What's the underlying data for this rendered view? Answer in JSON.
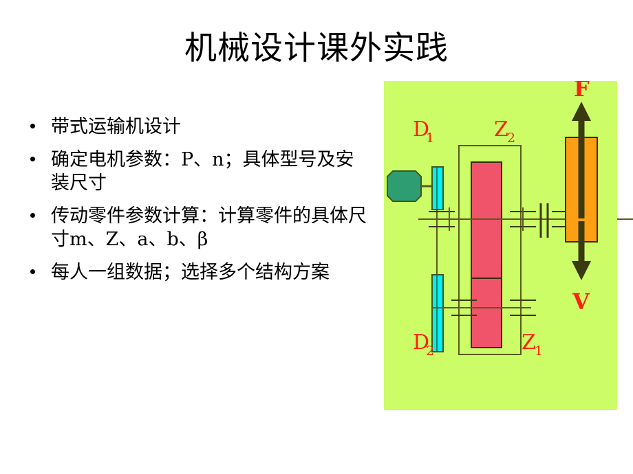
{
  "slide": {
    "title": "机械设计课外实践",
    "background_color": "#ffffff"
  },
  "bullets": [
    {
      "text": "带式运输机设计"
    },
    {
      "text": "确定电机参数：P、n；具体型号及安装尺寸"
    },
    {
      "text": "传动零件参数计算：计算零件的具体尺寸m、Z、a、b、β"
    },
    {
      "text": "每人一组数据；选择多个结构方案"
    }
  ],
  "diagram": {
    "panel_color": "#ccfc66",
    "labels": {
      "d1": "D",
      "d1_sub": "1",
      "d2": "D",
      "d2_sub": "2",
      "z1": "Z",
      "z1_sub": "1",
      "z2": "Z",
      "z2_sub": "2",
      "force": "F",
      "velocity": "V"
    },
    "colors": {
      "motor": "#2e9e72",
      "pulley": "#00f0ff",
      "gear": "#f0546a",
      "drum": "#ffa014",
      "line": "#5a5a20",
      "arrow": "#3a3a10",
      "label": "#ff2010"
    },
    "parts": {
      "motor": "electric-motor",
      "pulley_upper": "belt-pulley-d1",
      "pulley_lower": "belt-pulley-d2",
      "gearbox": "gear-reducer-housing",
      "gear_upper": "gear-z2",
      "gear_lower": "gear-z1",
      "coupling": "shaft-coupling",
      "drum": "conveyor-drum"
    }
  }
}
